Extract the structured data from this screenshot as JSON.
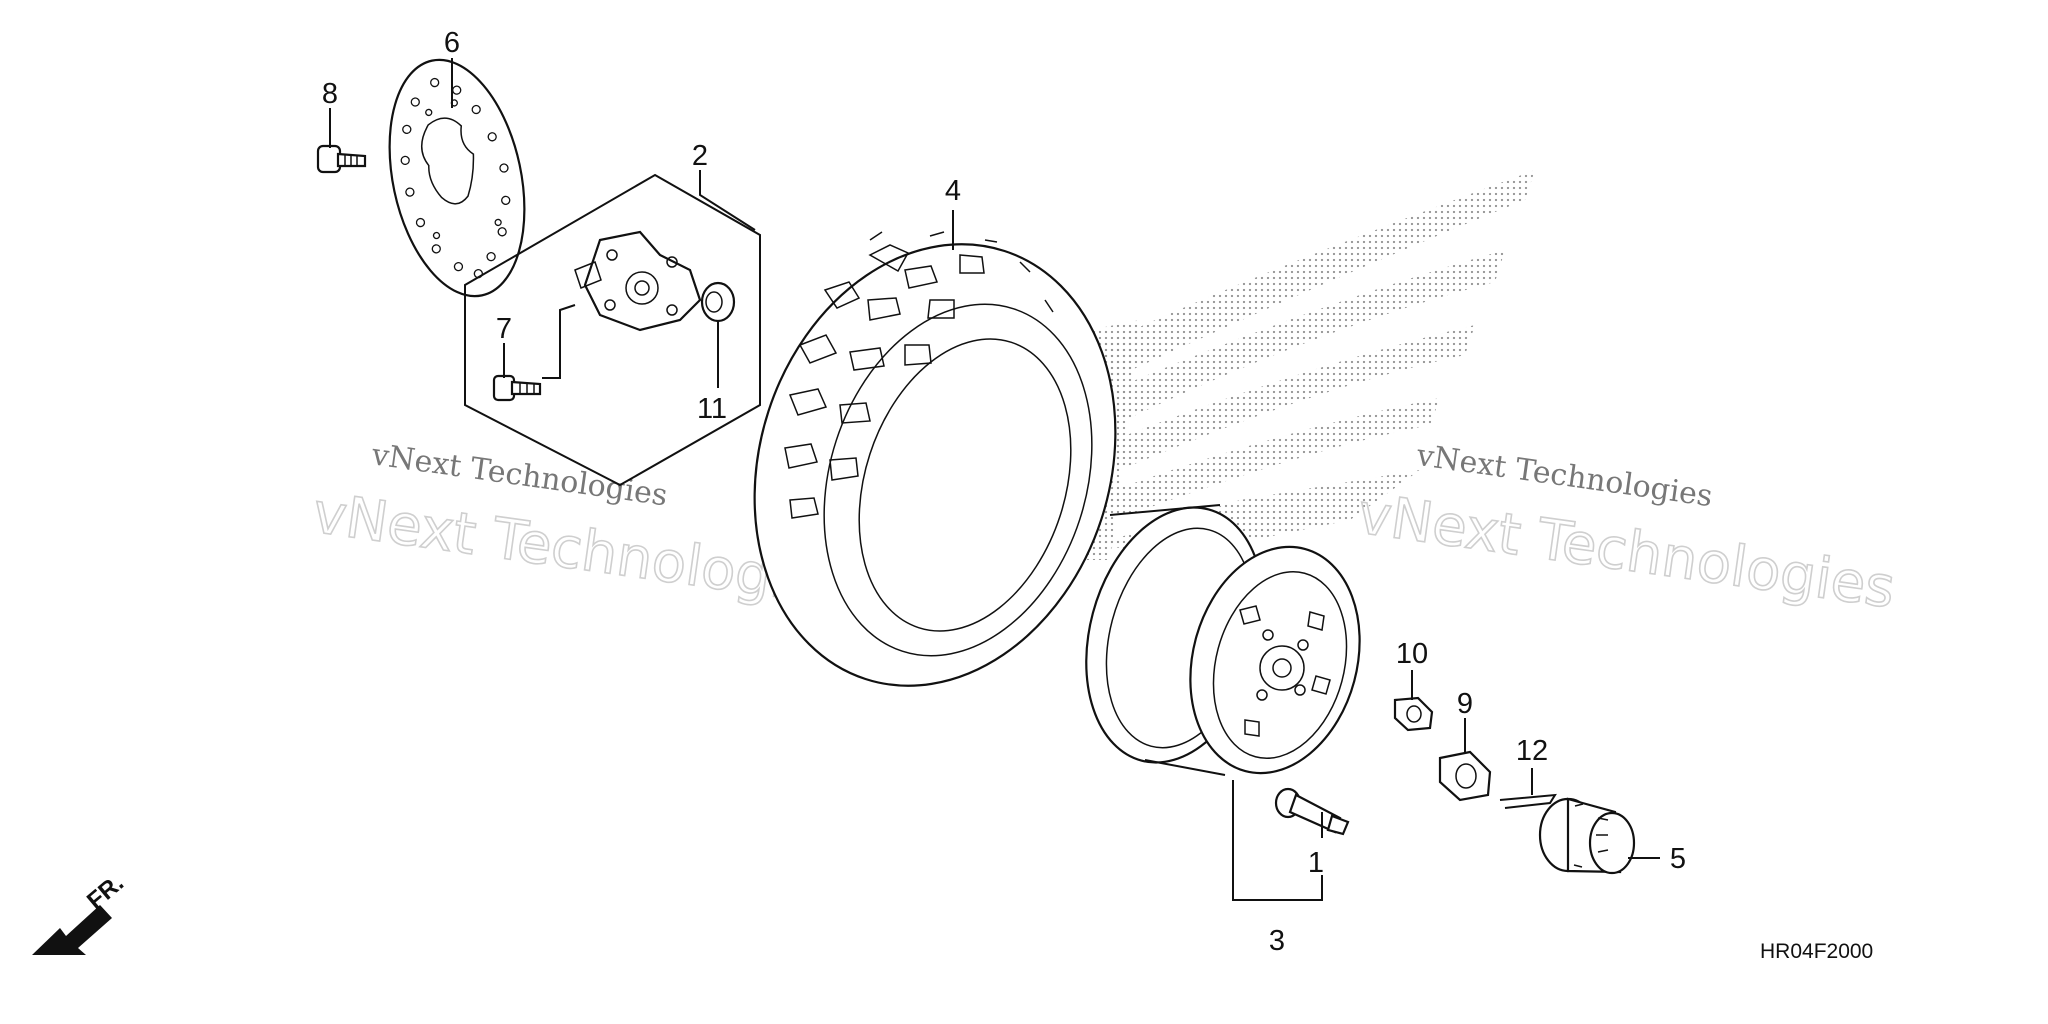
{
  "diagram": {
    "code": "HR04F2000",
    "direction_label": "FR.",
    "callouts": [
      {
        "id": "c1",
        "text": "1"
      },
      {
        "id": "c2",
        "text": "2"
      },
      {
        "id": "c3",
        "text": "3"
      },
      {
        "id": "c4",
        "text": "4"
      },
      {
        "id": "c5",
        "text": "5"
      },
      {
        "id": "c6",
        "text": "6"
      },
      {
        "id": "c7",
        "text": "7"
      },
      {
        "id": "c8",
        "text": "8"
      },
      {
        "id": "c9",
        "text": "9"
      },
      {
        "id": "c10",
        "text": "10"
      },
      {
        "id": "c11",
        "text": "11"
      },
      {
        "id": "c12",
        "text": "12"
      }
    ],
    "watermarks": [
      {
        "line1": "vNext Technologies",
        "line2": "vNext Technologies"
      },
      {
        "line1": "vNext Technologies",
        "line2": "vNext Technologies"
      }
    ]
  },
  "colors": {
    "ink": "#111111",
    "watermark": "#cfcfcf",
    "logo_dots": "#8a8a8a"
  }
}
